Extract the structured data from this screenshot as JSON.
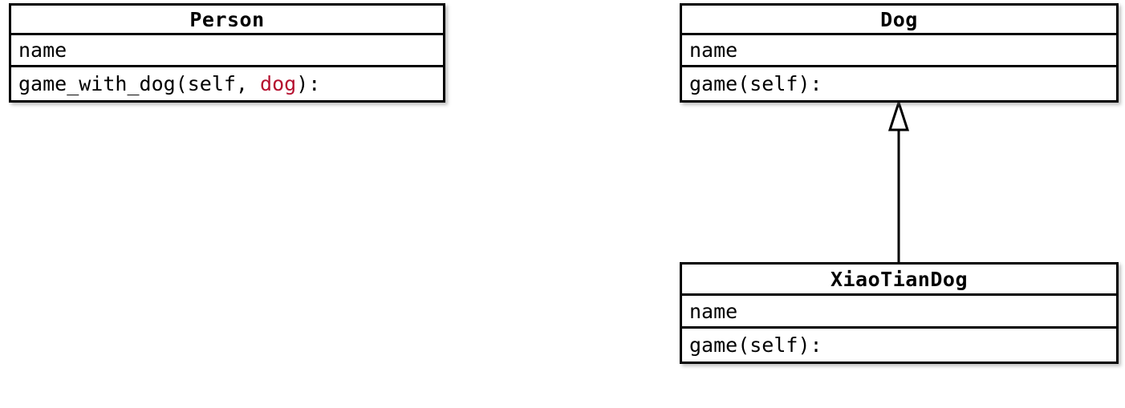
{
  "diagram": {
    "type": "uml-class-diagram",
    "background_color": "#ffffff",
    "border_color": "#000000",
    "text_color": "#000000",
    "accent_color": "#b5102f"
  },
  "classes": [
    {
      "id": "person",
      "name": "Person",
      "attributes": [
        "name"
      ],
      "methods_prefix": "game_with_dog(self, ",
      "methods_param": "dog",
      "methods_suffix": "):",
      "method_full": "game_with_dog(self, dog):"
    },
    {
      "id": "dog",
      "name": "Dog",
      "attributes": [
        "name"
      ],
      "methods": [
        "game(self):"
      ]
    },
    {
      "id": "xiaotiandog",
      "name": "XiaoTianDog",
      "attributes": [
        "name"
      ],
      "methods": [
        "game(self):"
      ]
    }
  ],
  "relationships": [
    {
      "id": "inheritance-xiaotiandog-dog",
      "type": "generalization",
      "from": "XiaoTianDog",
      "to": "Dog",
      "arrowhead": "hollow-triangle",
      "line_style": "solid"
    }
  ]
}
